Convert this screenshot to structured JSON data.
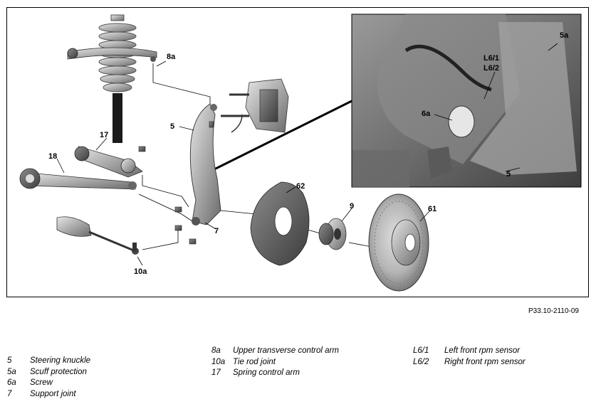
{
  "diagram": {
    "callouts": {
      "c_5": "5",
      "c_8a": "8a",
      "c_17": "17",
      "c_18": "18",
      "c_62": "62",
      "c_9": "9",
      "c_61": "61",
      "c_7": "7",
      "c_10a": "10a",
      "inset_5a": "5a",
      "inset_l61": "L6/1",
      "inset_l62": "L6/2",
      "inset_6a": "6a",
      "inset_5": "5"
    }
  },
  "reference": "P33.10-2110-09",
  "legend": {
    "col1": [
      {
        "key": "5",
        "text": "Steering knuckle"
      },
      {
        "key": "5a",
        "text": "Scuff protection"
      },
      {
        "key": "6a",
        "text": "Screw"
      },
      {
        "key": "7",
        "text": "Support joint"
      }
    ],
    "col2": [
      {
        "key": "8a",
        "text": "Upper transverse control arm"
      },
      {
        "key": "10a",
        "text": "Tie rod joint"
      },
      {
        "key": "17",
        "text": "Spring control arm"
      }
    ],
    "col3": [
      {
        "key": "L6/1",
        "text": "Left front rpm sensor"
      },
      {
        "key": "L6/2",
        "text": "Right front rpm sensor"
      }
    ]
  }
}
